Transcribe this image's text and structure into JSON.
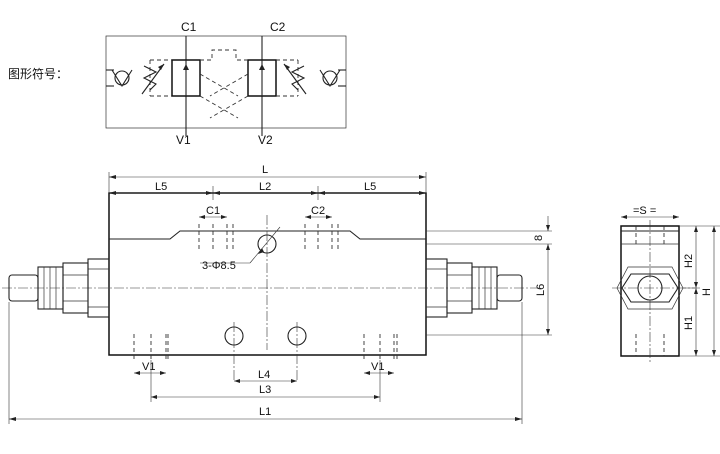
{
  "symbol": {
    "title": "图形符号：",
    "port_c1": "C1",
    "port_c2": "C2",
    "port_v1": "V1",
    "port_v2": "V2"
  },
  "front_view": {
    "dim_l": "L",
    "dim_l5_left": "L5",
    "dim_l2": "L2",
    "dim_l5_right": "L5",
    "dim_c1": "C1",
    "dim_c2": "C2",
    "dim_8": "8",
    "dim_l6": "L6",
    "hole_note": "3-Φ8.5",
    "dim_v1_left": "V1",
    "dim_v1_right": "V1",
    "dim_l4": "L4",
    "dim_l3": "L3",
    "dim_l1": "L1"
  },
  "side_view": {
    "dim_s": "=S =",
    "dim_h2": "H2",
    "dim_h": "H",
    "dim_h1": "H1"
  }
}
